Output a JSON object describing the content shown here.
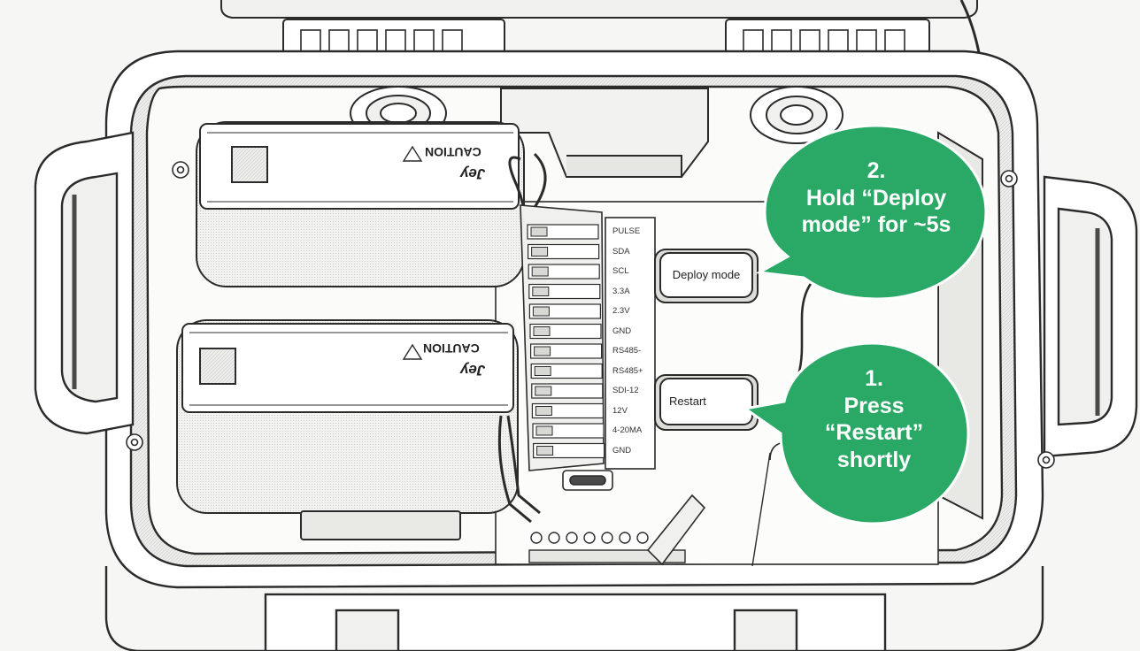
{
  "buttons": {
    "deploy_label": "Deploy mode",
    "restart_label": "Restart"
  },
  "callouts": {
    "deploy": {
      "step": "2.",
      "lines": [
        "Hold “Deploy",
        "mode” for ~5s"
      ]
    },
    "restart": {
      "step": "1.",
      "lines": [
        "Press",
        "“Restart”",
        "shortly"
      ]
    }
  },
  "terminal_labels": [
    "PULSE",
    "SDA",
    "SCL",
    "3.3A",
    "2.3V",
    "GND",
    "RS485-",
    "RS485+",
    "SDI-12",
    "12V",
    "4-20MA",
    "GND"
  ],
  "battery_label": {
    "caution": "CAUTION",
    "brand": "Jey"
  },
  "colors": {
    "callout_green": "#2aa866",
    "line_art": "#2b2b2b",
    "background": "#f6f6f4"
  }
}
